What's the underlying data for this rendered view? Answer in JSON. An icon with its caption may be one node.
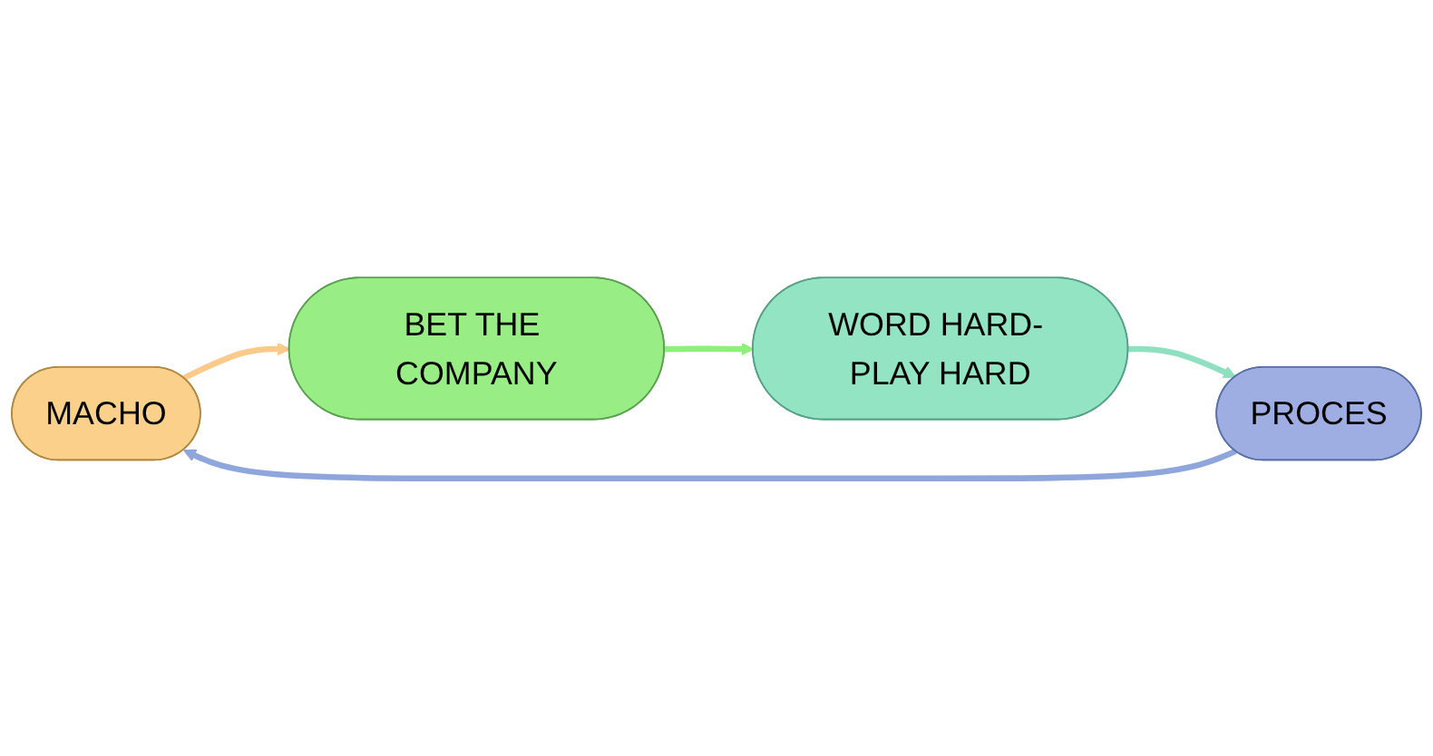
{
  "diagram": {
    "nodes": [
      {
        "text": [
          "MACHO"
        ]
      },
      {
        "text": [
          "BET THE COMPANY"
        ]
      },
      {
        "text": [
          "WORD HARD- PLAY HARD"
        ]
      },
      {
        "text": [
          "PROCES"
        ]
      }
    ],
    "edges": [
      {
        "from": 0,
        "to": 1,
        "arrow": "to",
        "color": "#fbc98a"
      },
      {
        "from": 1,
        "to": 2,
        "arrow": "to",
        "color": "#8ef07a"
      },
      {
        "from": 2,
        "to": 3,
        "arrow": "to",
        "color": "#8fe0c0"
      },
      {
        "from": 3,
        "to": 0,
        "arrow": "to",
        "color": "#8fa6dc"
      }
    ]
  }
}
